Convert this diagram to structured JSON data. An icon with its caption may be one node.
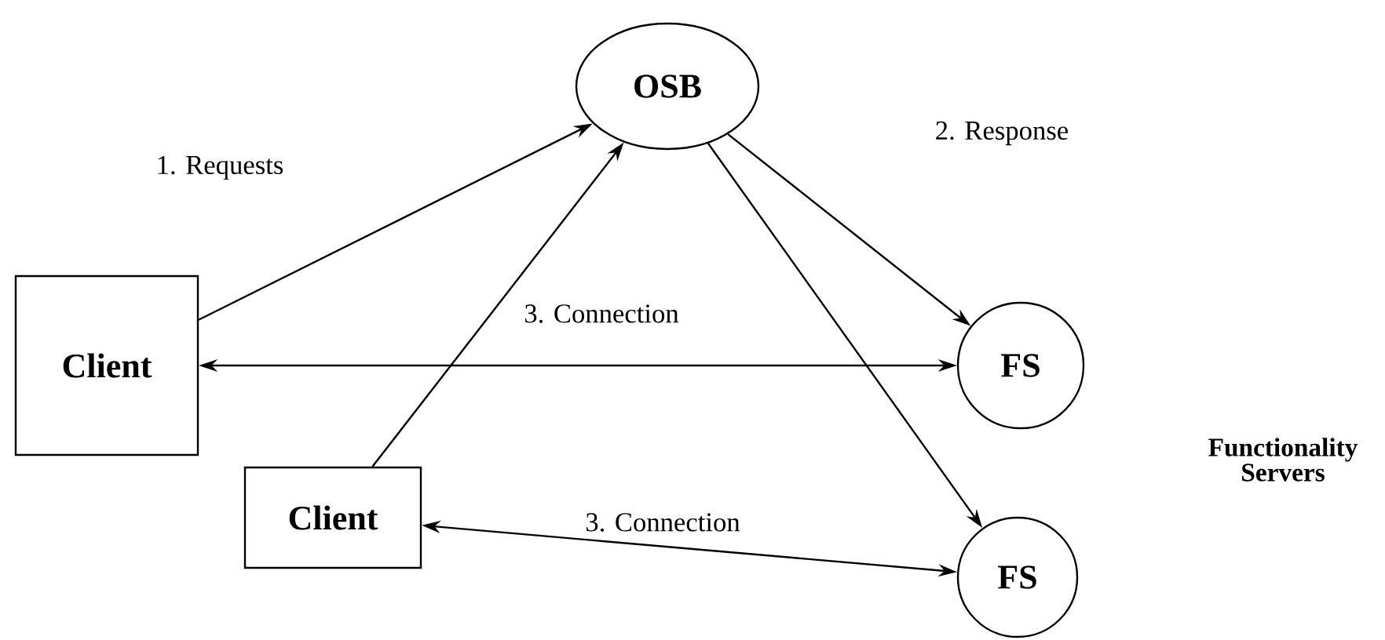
{
  "diagram": {
    "nodes": [
      {
        "text": [
          "OSB"
        ]
      },
      {
        "text": [
          "Client"
        ]
      },
      {
        "text": [
          "FS"
        ]
      },
      {
        "text": [
          "Client"
        ]
      },
      {
        "text": [
          "FS"
        ]
      }
    ],
    "edges": [
      {
        "from": 1,
        "to": 0,
        "arrow": "to",
        "label": "1. Requests"
      },
      {
        "from": 3,
        "to": 0,
        "arrow": "to"
      },
      {
        "from": 0,
        "to": 2,
        "arrow": "to",
        "label": "2. Response"
      },
      {
        "from": 0,
        "to": 4,
        "arrow": "to"
      },
      {
        "from": 1,
        "to": 2,
        "arrow": "both",
        "label": "3. Connection"
      },
      {
        "from": 3,
        "to": 4,
        "arrow": "both",
        "label": "3. Connection"
      }
    ],
    "labels": [
      "Functionality Servers"
    ]
  }
}
